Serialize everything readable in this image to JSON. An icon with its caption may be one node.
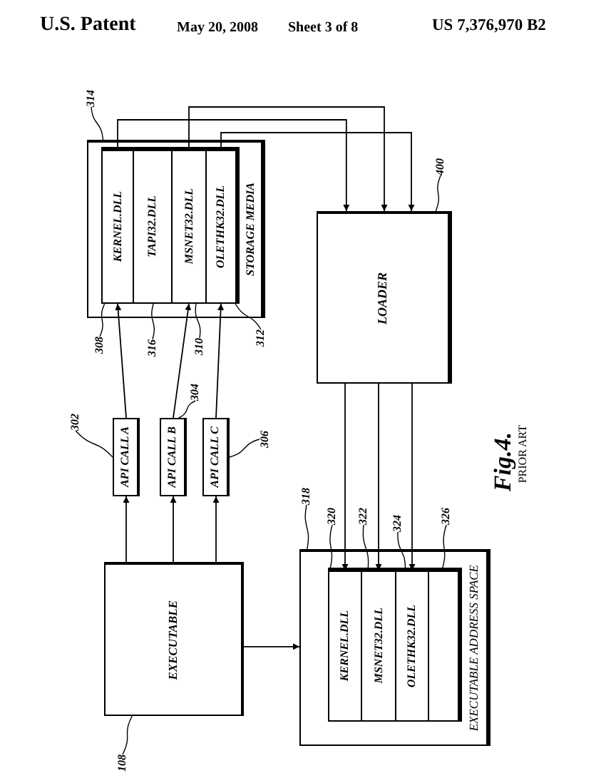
{
  "diagram": {
    "caption": "Fig.4.",
    "nodes": [
      {
        "text": [
          "STORAGE MEDIA"
        ]
      },
      {
        "text": [],
        "shape": "box",
        "in": 0
      },
      {
        "text": [
          "KERNEL.DLL"
        ],
        "in": 1
      },
      {
        "text": [
          "TAPI32.DLL"
        ],
        "in": 1
      },
      {
        "text": [
          "MSNET32.DLL"
        ],
        "in": 1
      },
      {
        "text": [
          "OLETHK32.DLL"
        ],
        "in": 1
      },
      {
        "text": [
          "LOADER"
        ]
      },
      {
        "text": [
          "API CALL A"
        ]
      },
      {
        "text": [
          "API CALL B"
        ]
      },
      {
        "text": [
          "API CALL C"
        ]
      },
      {
        "text": [
          "EXECUTABLE"
        ]
      },
      {
        "text": [
          "EXECUTABLE ADDRESS SPACE"
        ]
      },
      {
        "text": [],
        "shape": "box",
        "in": 11
      },
      {
        "text": [
          "KERNEL.DLL"
        ],
        "in": 12
      },
      {
        "text": [
          "MSNET32.DLL"
        ],
        "in": 12
      },
      {
        "text": [
          "OLETHK32.DLL"
        ],
        "in": 12
      },
      {
        "text": [],
        "shape": "box",
        "in": 12
      },
      {
        "text": [
          "314"
        ]
      },
      {
        "text": [
          "308"
        ]
      },
      {
        "text": [
          "316"
        ]
      },
      {
        "text": [
          "310"
        ]
      },
      {
        "text": [
          "312"
        ]
      },
      {
        "text": [
          "302"
        ]
      },
      {
        "text": [
          "304"
        ]
      },
      {
        "text": [
          "306"
        ]
      },
      {
        "text": [
          "400"
        ]
      },
      {
        "text": [
          "108"
        ]
      },
      {
        "text": [
          "318"
        ]
      },
      {
        "text": [
          "320"
        ]
      },
      {
        "text": [
          "322"
        ]
      },
      {
        "text": [
          "324"
        ]
      },
      {
        "text": [
          "326"
        ]
      }
    ],
    "edges": [
      {
        "from": 10,
        "to": 7,
        "arrow": "to"
      },
      {
        "from": 10,
        "to": 8,
        "arrow": "to"
      },
      {
        "from": 10,
        "to": 9,
        "arrow": "to"
      },
      {
        "from": 7,
        "to": 2,
        "arrow": "to"
      },
      {
        "from": 8,
        "to": 4,
        "arrow": "to"
      },
      {
        "from": 9,
        "to": 5,
        "arrow": "to"
      },
      {
        "from": 2,
        "to": 6,
        "arrow": "to"
      },
      {
        "from": 4,
        "to": 6,
        "arrow": "to"
      },
      {
        "from": 5,
        "to": 6,
        "arrow": "to"
      },
      {
        "from": 6,
        "to": 13,
        "arrow": "to"
      },
      {
        "from": 6,
        "to": 14,
        "arrow": "to"
      },
      {
        "from": 6,
        "to": 15,
        "arrow": "to"
      },
      {
        "from": 10,
        "to": 11,
        "arrow": "to"
      },
      {
        "from": 17,
        "to": 0,
        "arrow": "none"
      },
      {
        "from": 18,
        "to": 2,
        "arrow": "none"
      },
      {
        "from": 19,
        "to": 3,
        "arrow": "none"
      },
      {
        "from": 20,
        "to": 4,
        "arrow": "none"
      },
      {
        "from": 21,
        "to": 1,
        "arrow": "none"
      },
      {
        "from": 22,
        "to": 7,
        "arrow": "none"
      },
      {
        "from": 23,
        "to": 8,
        "arrow": "none"
      },
      {
        "from": 24,
        "to": 9,
        "arrow": "none"
      },
      {
        "from": 25,
        "to": 6,
        "arrow": "none"
      },
      {
        "from": 26,
        "to": 10,
        "arrow": "none"
      },
      {
        "from": 27,
        "to": 11,
        "arrow": "none"
      },
      {
        "from": 28,
        "to": 13,
        "arrow": "none"
      },
      {
        "from": 29,
        "to": 14,
        "arrow": "none"
      },
      {
        "from": 30,
        "to": 15,
        "arrow": "none"
      },
      {
        "from": 31,
        "to": 16,
        "arrow": "none"
      }
    ],
    "labels": [
      "U.S. Patent",
      "May 20, 2008",
      "Sheet 3 of 8",
      "US 7,376,970 B2",
      "PRIOR ART"
    ]
  }
}
